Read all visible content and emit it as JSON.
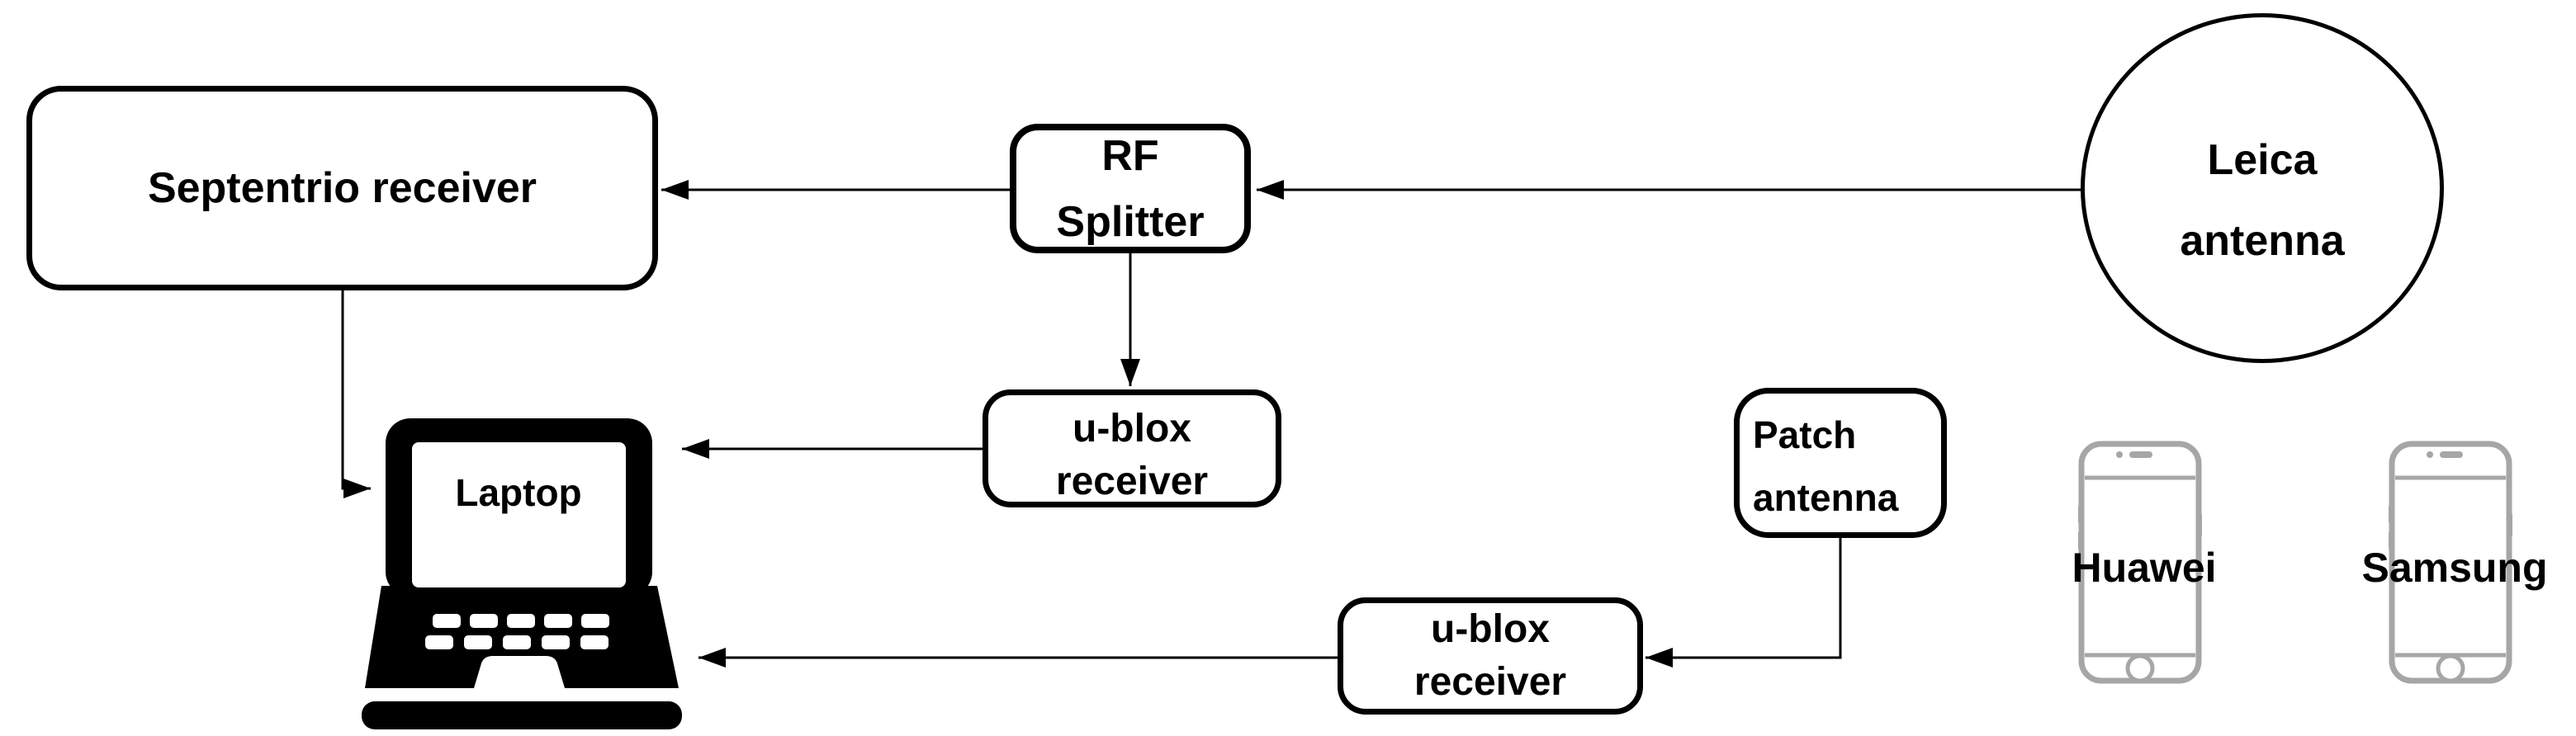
{
  "diagram": {
    "colors": {
      "stroke": "#000000",
      "node_fill": "#ffffff",
      "phone_outline": "#a6a6a6",
      "background": "#ffffff"
    },
    "nodes": {
      "septentrio": {
        "label": "Septentrio receiver"
      },
      "rf_splitter": {
        "line1": "RF",
        "line2": "Splitter"
      },
      "leica": {
        "line1": "Leica",
        "line2": "antenna"
      },
      "ublox_top": {
        "line1": "u-blox",
        "line2": "receiver"
      },
      "patch": {
        "line1": "Patch",
        "line2": "antenna"
      },
      "ublox_bottom": {
        "line1": "u-blox",
        "line2": "receiver"
      },
      "laptop": {
        "label": "Laptop"
      },
      "phones": [
        {
          "label": "Huawei"
        },
        {
          "label": "Samsung"
        }
      ]
    },
    "edges": [
      {
        "from": "Leica antenna",
        "to": "RF Splitter"
      },
      {
        "from": "RF Splitter",
        "to": "Septentrio receiver"
      },
      {
        "from": "RF Splitter",
        "to": "u-blox receiver (top)"
      },
      {
        "from": "Septentrio receiver",
        "to": "Laptop"
      },
      {
        "from": "u-blox receiver (top)",
        "to": "Laptop"
      },
      {
        "from": "Patch antenna",
        "to": "u-blox receiver (bottom)"
      },
      {
        "from": "u-blox receiver (bottom)",
        "to": "Laptop"
      }
    ]
  }
}
